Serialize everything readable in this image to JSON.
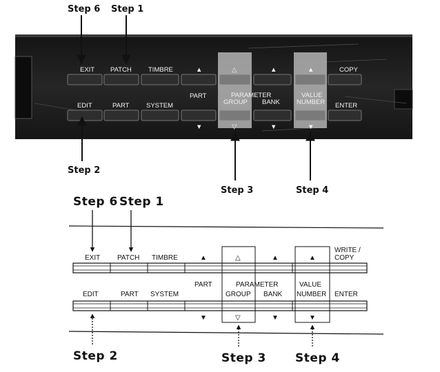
{
  "photo": {
    "step_labels": {
      "step6": "Step 6",
      "step1": "Step 1",
      "step2": "Step 2",
      "step3": "Step 3",
      "step4": "Step 4"
    },
    "top_row": {
      "exit": "EXIT",
      "patch": "PATCH",
      "timbre": "TIMBRE",
      "up": "▲",
      "up_outline": "△",
      "up2": "▲",
      "up3": "▲",
      "copy": "COPY"
    },
    "mid_labels": {
      "part": "PART",
      "parameter": "PARAMETER",
      "group": "GROUP",
      "bank": "BANK",
      "value": "VALUE",
      "number": "NUMBER"
    },
    "bottom_row": {
      "edit": "EDIT",
      "part": "PART",
      "system": "SYSTEM",
      "enter": "ENTER",
      "down": "▼",
      "down_outline": "▽",
      "down2": "▼",
      "down3": "▼"
    }
  },
  "diagram": {
    "step_labels": {
      "step6": "Step 6",
      "step1": "Step 1",
      "step2": "Step 2",
      "step3": "Step 3",
      "step4": "Step 4"
    },
    "top_row": {
      "exit": "EXIT",
      "patch": "PATCH",
      "timbre": "TIMBRE",
      "up": "▲",
      "up_outline": "△",
      "up2": "▲",
      "up3": "▲",
      "write": "WRITE /",
      "copy": "COPY"
    },
    "mid_labels": {
      "part": "PART",
      "parameter": "PARAMETER",
      "group": "GROUP",
      "bank": "BANK",
      "value": "VALUE",
      "number": "NUMBER"
    },
    "bottom_row": {
      "edit": "EDIT",
      "part": "PART",
      "system": "SYSTEM",
      "enter": "ENTER",
      "down": "▼",
      "down_outline": "▽",
      "down2": "▼",
      "down3": "▼"
    }
  },
  "colors": {
    "panel": "#1e1e1e",
    "button": "#2b2b2b",
    "highlight": "#cfcfcf"
  }
}
